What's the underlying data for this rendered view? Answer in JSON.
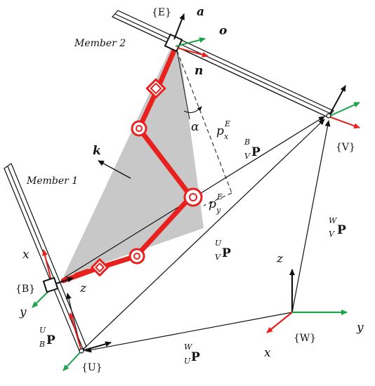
{
  "frames": {
    "E": "{E}",
    "B": "{B}",
    "U": "{U}",
    "V": "{V}",
    "W": "{W}"
  },
  "members": {
    "member1": "Member 1",
    "member2": "Member 2"
  },
  "end_effector_axes": {
    "a": "a",
    "o": "o",
    "n": "n"
  },
  "plane_normal": "k",
  "angle": "α",
  "distances": {
    "px_base": "p",
    "px_sub": "x",
    "px_sup": "E",
    "py_base": "p",
    "py_sub": "y",
    "py_sup": "E"
  },
  "vectors": {
    "BVP": {
      "pre_sup": "B",
      "pre_sub": "V",
      "symbol": "P"
    },
    "UVP": {
      "pre_sup": "U",
      "pre_sub": "V",
      "symbol": "P"
    },
    "WVP": {
      "pre_sup": "W",
      "pre_sub": "V",
      "symbol": "P"
    },
    "UBP": {
      "pre_sup": "U",
      "pre_sub": "B",
      "symbol": "P"
    },
    "WUP": {
      "pre_sup": "W",
      "pre_sub": "U",
      "symbol": "P"
    }
  },
  "axes_W": {
    "x": "x",
    "y": "y",
    "z": "z"
  },
  "axes_B": {
    "x": "x",
    "y": "y",
    "z": "z"
  },
  "colors": {
    "robot": "#e8201e",
    "green_axis": "#1aa34a",
    "red_axis": "#e8201e",
    "black_axis": "#111111",
    "plane": "#c8c8c8"
  }
}
